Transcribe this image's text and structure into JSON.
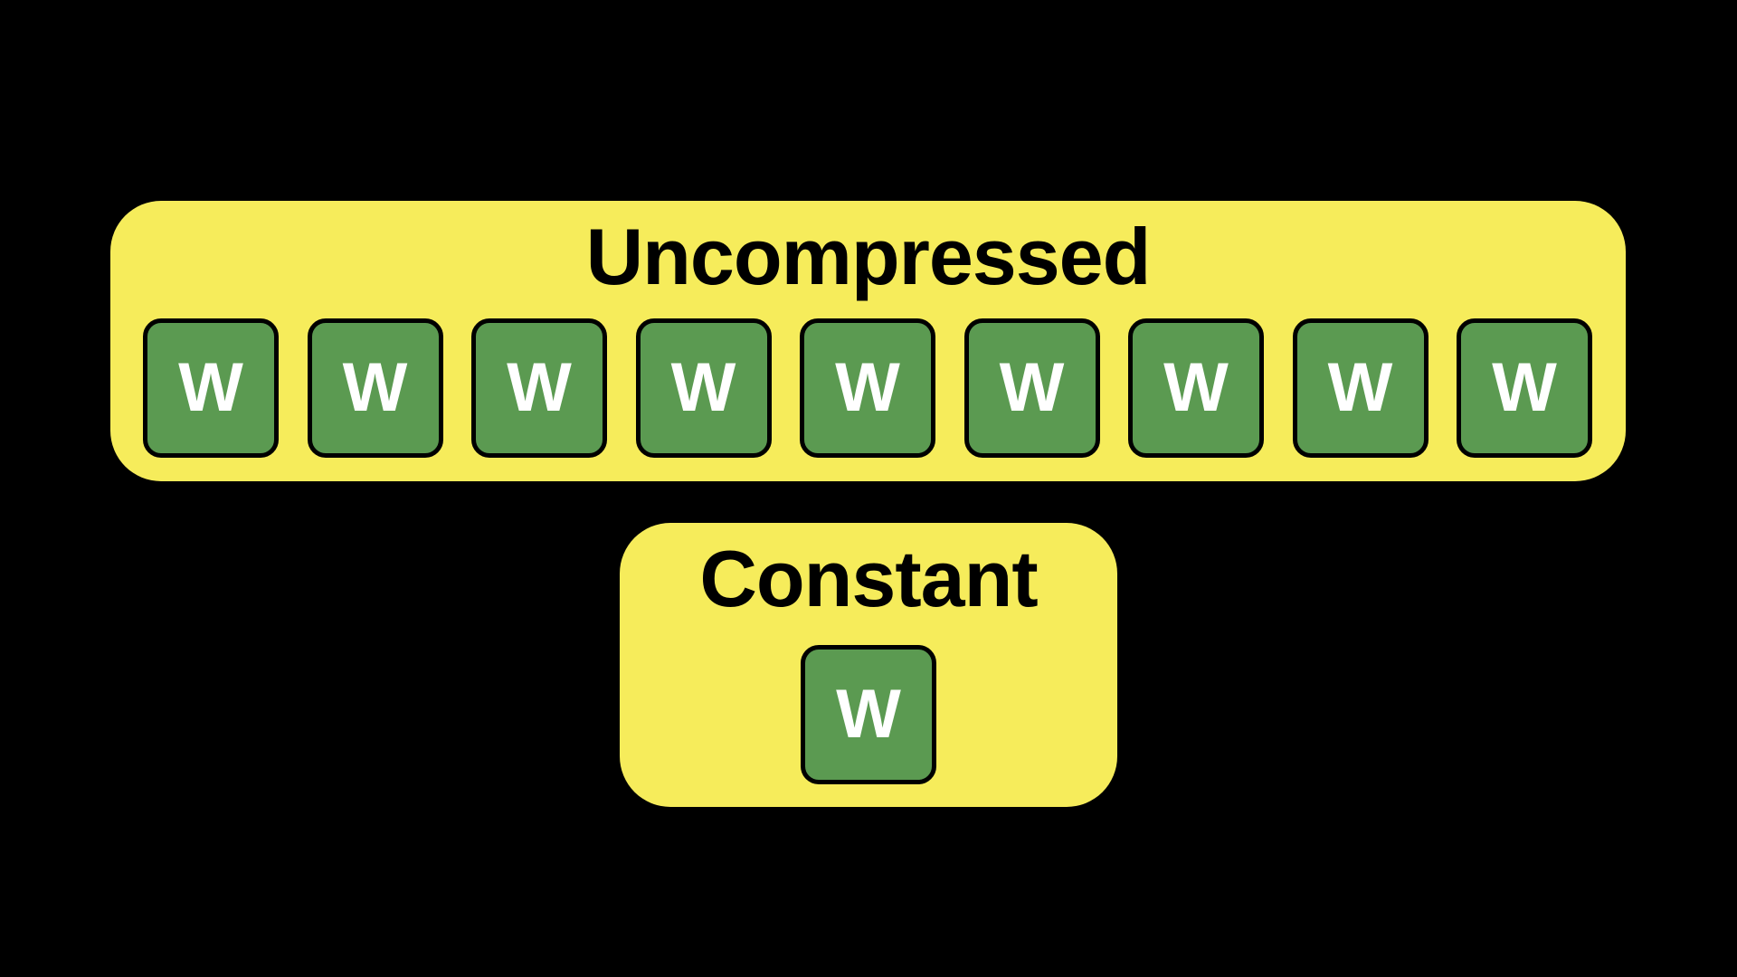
{
  "colors": {
    "background": "#000000",
    "panel_yellow": "#F6EC5B",
    "tile_green": "#5B9A51",
    "tile_border": "#000000",
    "tile_letter_color": "#FFFFFF",
    "title_color": "#000000"
  },
  "uncompressed_panel": {
    "title": "Uncompressed",
    "tiles": [
      "W",
      "W",
      "W",
      "W",
      "W",
      "W",
      "W",
      "W",
      "W"
    ]
  },
  "constant_panel": {
    "title": "Constant",
    "tiles": [
      "W"
    ]
  }
}
